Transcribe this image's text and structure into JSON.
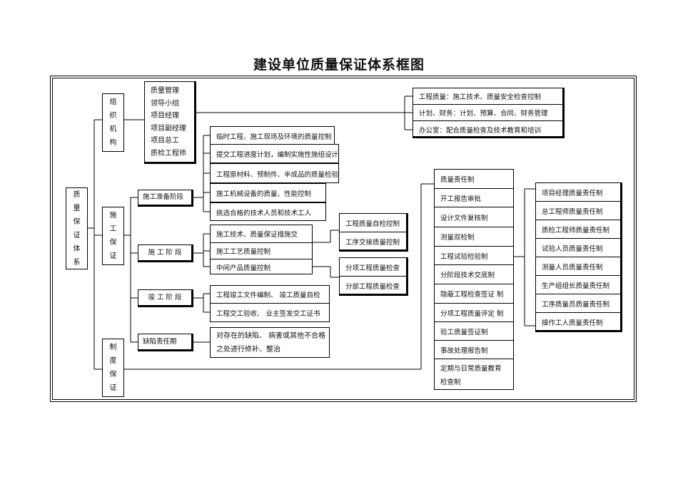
{
  "title": "建设单位质量保证体系框图",
  "root": [
    "质",
    "量",
    "保",
    "证",
    "体",
    "系"
  ],
  "org": {
    "label": [
      "组",
      "织",
      "机",
      "构"
    ],
    "members": [
      "质量管理",
      "领导小组",
      "项目经理",
      "项目副经理",
      "项目总工",
      "质检工程师"
    ],
    "depts": [
      "工程质量：施工技术、质量安全检查控制",
      "计划、财务：计划、预算、合同、财务管理",
      "办公室：配合质量检查及技术教育和培训"
    ]
  },
  "construct": {
    "label": [
      "施",
      "工",
      "保",
      "证"
    ],
    "prep": {
      "label": "施工准备阶段",
      "items": [
        "临时工程、施工现场及环境的质量控制",
        "提交工程进度计划，编制实施性施组设计",
        "工程原材料、预制件、半成品的质量检验",
        "施工机械设备的质量、性能控制",
        "挑选合格的技术人员和技术工人"
      ]
    },
    "exec": {
      "label": "施 工 阶 段",
      "items": [
        "施工技术、质量保证措施交",
        "施工工艺质量控制",
        "中间产品质量控制"
      ],
      "sub1": [
        "工程质量自检控制",
        "工序交接质量控制"
      ],
      "sub2": [
        "分项工程质量检查",
        "分部工程质量检查"
      ]
    },
    "complete": {
      "label": "竣 工 阶 段",
      "items": [
        "工程竣工文件编制、 竣工质量自检",
        "工程交工验收、 业主签发交工证书"
      ]
    },
    "defect": {
      "label": "缺陷责任期",
      "text": [
        "对存在的缺陷、 病害或其他不合格",
        "之处进行修补、整治"
      ]
    }
  },
  "system": {
    "label": [
      "制",
      "度",
      "保",
      "证"
    ],
    "rules": [
      "质量责任制",
      "开工报告审批",
      "设计文件复核制",
      "测量双检制",
      "工程试验检验制",
      "分阶段技术交底制",
      "隐蔽工程检查签证 制",
      "分项工程质量评定 制",
      "验工质量签证制",
      "事故处理报告制"
    ],
    "last_rule": [
      "定期与日常质量教育",
      "检查制"
    ],
    "roles": [
      "项目经理质量责任制",
      "总工程师质量责任制",
      "质检工程师质量责任制",
      "试验人员质量责任制",
      "测量人员质量责任制",
      "生产组组长质量责任制",
      "工序质量员质量责任制",
      "操作工人质量责任制"
    ]
  }
}
